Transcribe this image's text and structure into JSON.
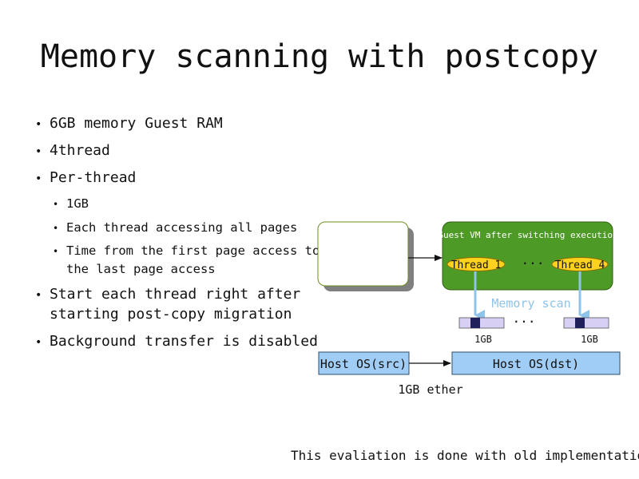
{
  "slide": {
    "title": "Memory scanning with postcopy",
    "footer": "This evaliation is done with old implementation"
  },
  "bullets": {
    "b1": "6GB memory Guest RAM",
    "b2": "4thread",
    "b3": "Per-thread",
    "b3a": "1GB",
    "b3b": "Each thread accessing all pages",
    "b3c_line1": "Time from the first page access to",
    "b3c_line2": "the last page access",
    "b4_line1": "Start each thread right after",
    "b4_line2": "starting post-copy migration",
    "b5": "Background transfer is disabled"
  },
  "diagram": {
    "guest_vm_label": "Guest VM after switching execution",
    "thread1": "Thread 1",
    "thread4": "Thread 4",
    "ellipsis_threads": "...",
    "memory_scan": "Memory scan",
    "ellipsis_mem": "...",
    "mem1_label": "1GB",
    "mem4_label": "1GB",
    "host_src": "Host OS(src)",
    "host_dst": "Host OS(dst)",
    "link_label": "1GB ether",
    "colors": {
      "vm_green": "#4e9a26",
      "thread_yellow": "#ffd21e",
      "host_blue": "#9fcdf5",
      "mem_lilac": "#d8d0f4",
      "mem_dark": "#1f1f5c",
      "arrow_blue": "#8ec4ea"
    }
  }
}
